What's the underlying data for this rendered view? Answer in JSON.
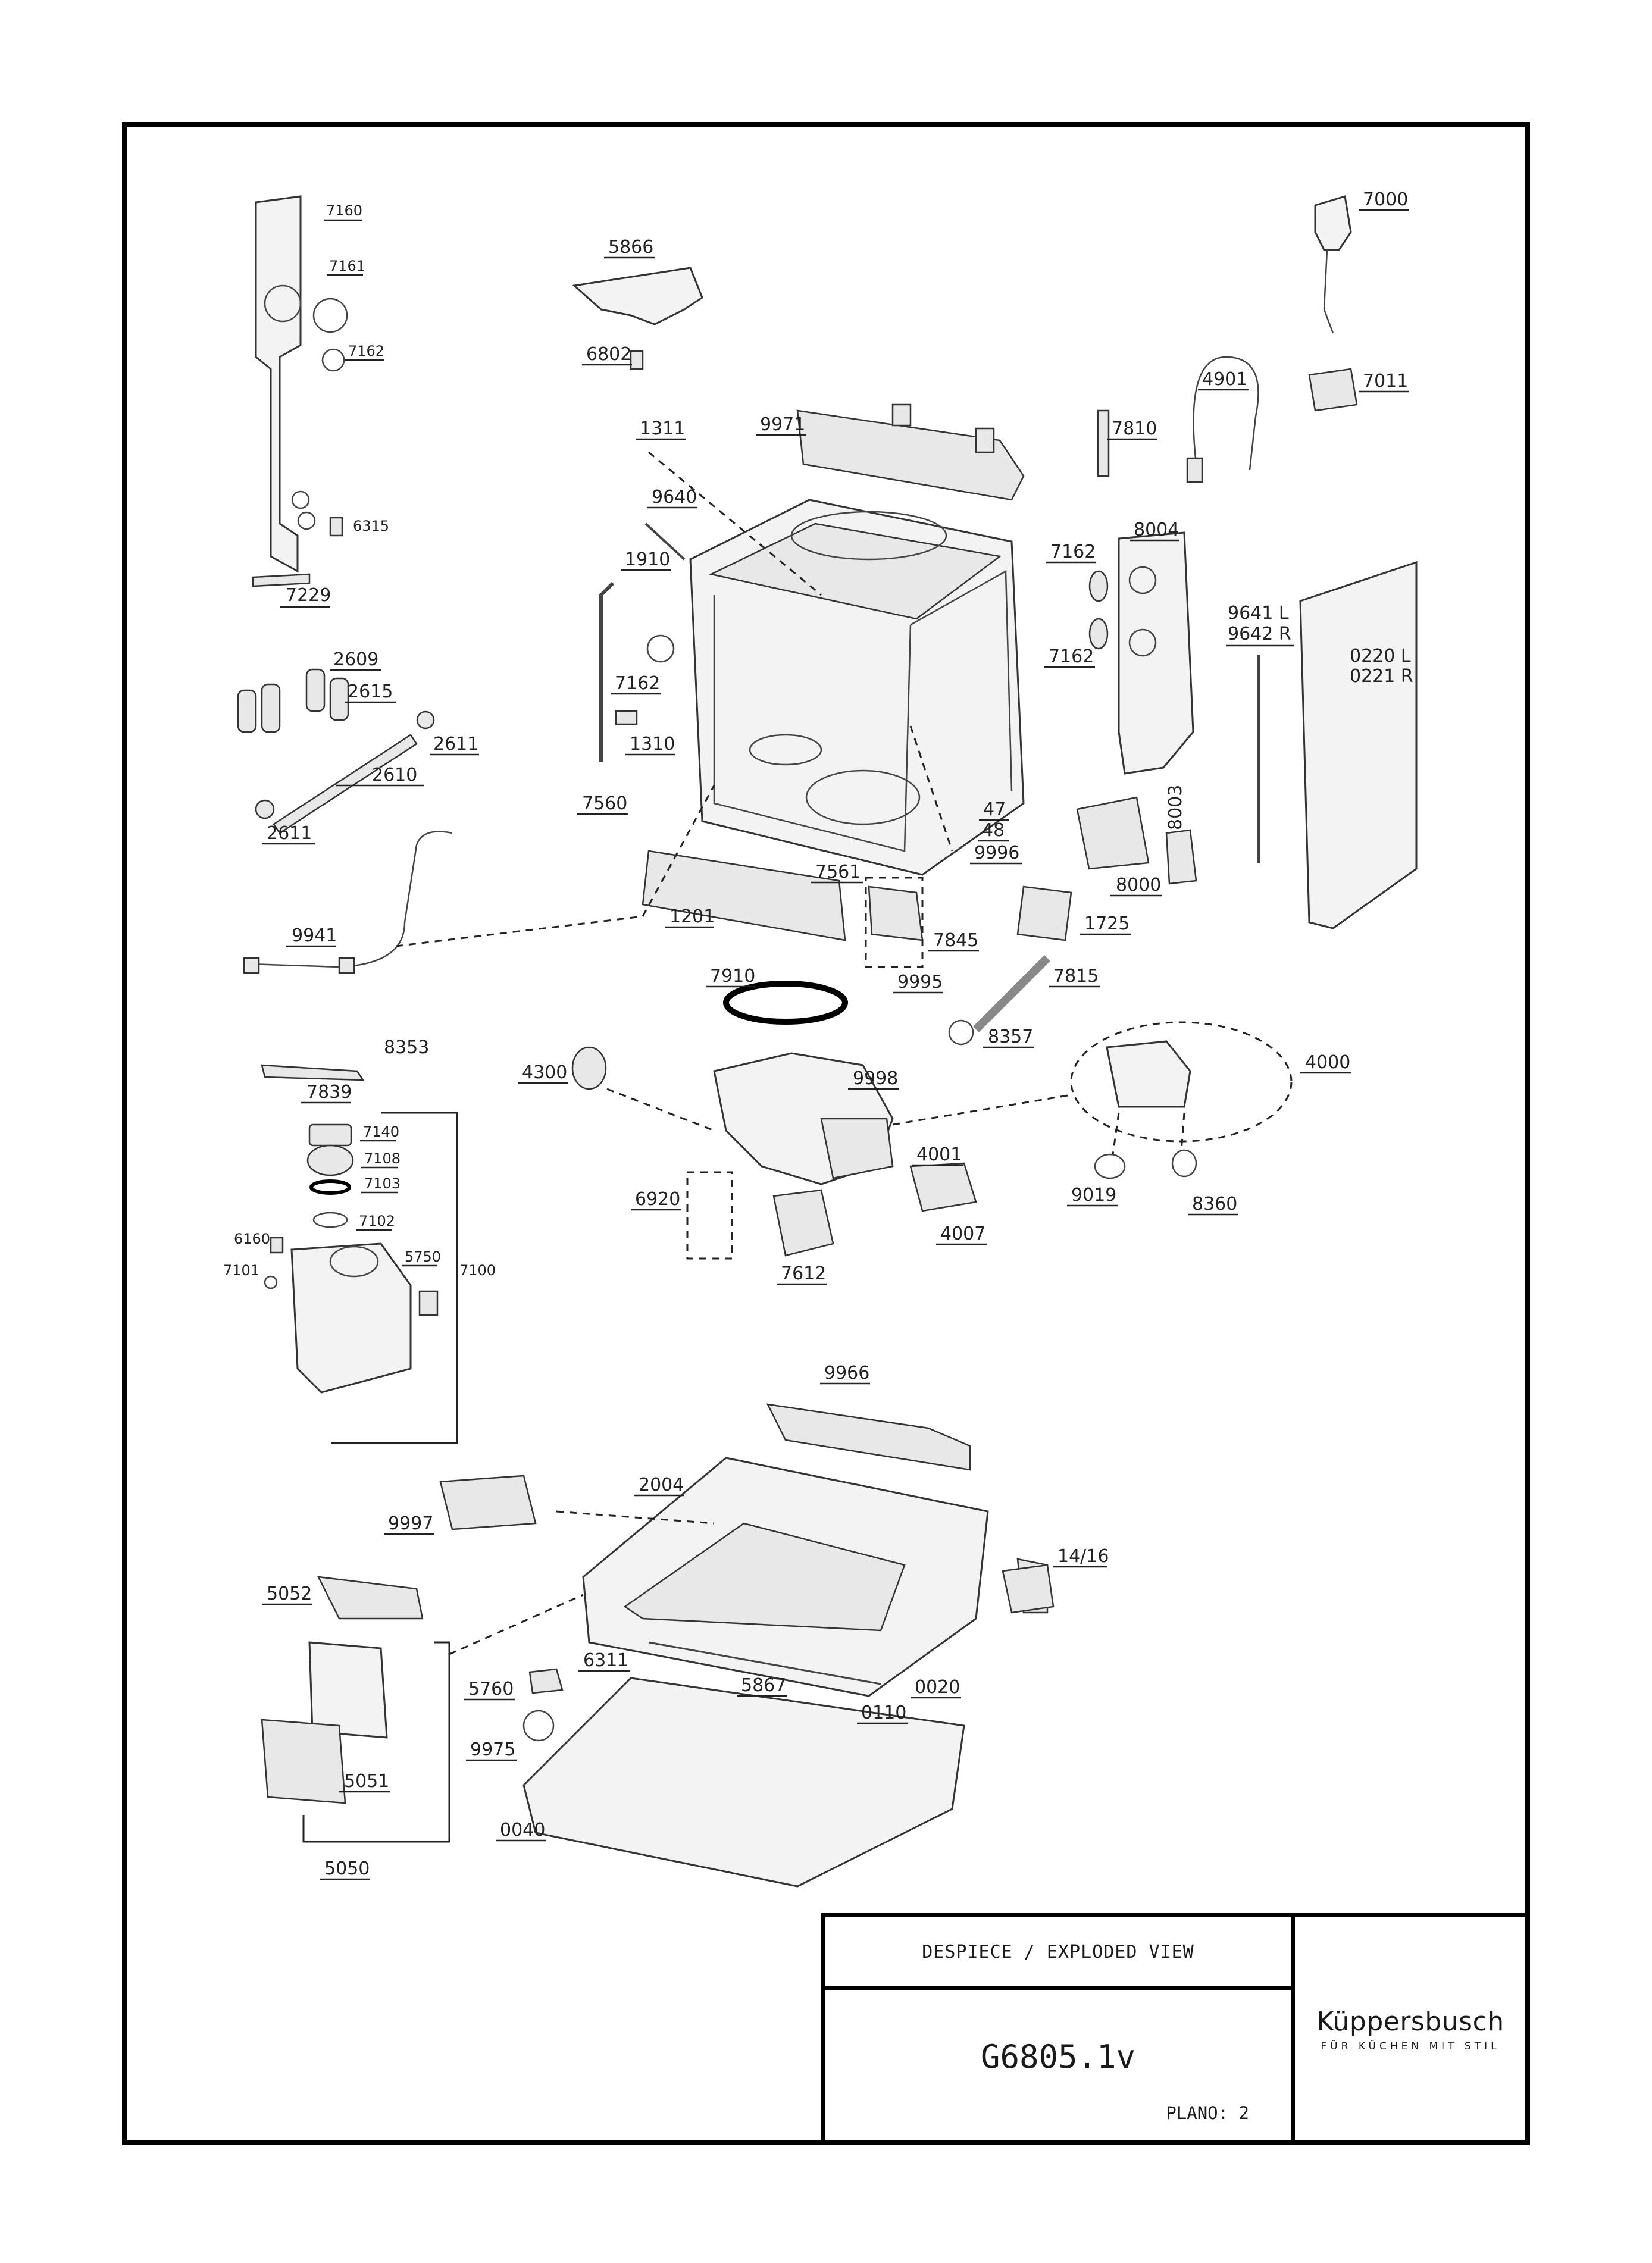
{
  "title_block": {
    "heading": "DESPIECE / EXPLODED VIEW",
    "model": "G6805.1v",
    "plano": "PLANO: 2",
    "brand_name": "Küppersbusch",
    "brand_tagline": "FÜR KÜCHEN MIT STIL"
  },
  "labels": [
    {
      "id": "p7160",
      "text": "7160"
    },
    {
      "id": "p7161",
      "text": "7161"
    },
    {
      "id": "p7162a",
      "text": "7162"
    },
    {
      "id": "p6315",
      "text": "6315"
    },
    {
      "id": "p7229",
      "text": "7229"
    },
    {
      "id": "p2609",
      "text": "2609"
    },
    {
      "id": "p2615",
      "text": "2615"
    },
    {
      "id": "p2611a",
      "text": "2611"
    },
    {
      "id": "p2610",
      "text": "2610"
    },
    {
      "id": "p2611b",
      "text": "2611"
    },
    {
      "id": "p9941",
      "text": "9941"
    },
    {
      "id": "p5866",
      "text": "5866"
    },
    {
      "id": "p6802",
      "text": "6802"
    },
    {
      "id": "p1311",
      "text": "1311"
    },
    {
      "id": "p9971",
      "text": "9971"
    },
    {
      "id": "p9640",
      "text": "9640"
    },
    {
      "id": "p1910",
      "text": "1910"
    },
    {
      "id": "p7162b",
      "text": "7162"
    },
    {
      "id": "p1310",
      "text": "1310"
    },
    {
      "id": "p7560",
      "text": "7560"
    },
    {
      "id": "p1201",
      "text": "1201"
    },
    {
      "id": "p7561",
      "text": "7561"
    },
    {
      "id": "p7845",
      "text": "7845"
    },
    {
      "id": "p9995",
      "text": "9995"
    },
    {
      "id": "p47",
      "text": "47"
    },
    {
      "id": "p48",
      "text": "48"
    },
    {
      "id": "p9996",
      "text": "9996"
    },
    {
      "id": "p7910",
      "text": "7910"
    },
    {
      "id": "p7000",
      "text": "7000"
    },
    {
      "id": "p4901",
      "text": "4901"
    },
    {
      "id": "p7011",
      "text": "7011"
    },
    {
      "id": "p7810",
      "text": "7810"
    },
    {
      "id": "p8004",
      "text": "8004"
    },
    {
      "id": "p7162c",
      "text": "7162"
    },
    {
      "id": "p7162d",
      "text": "7162"
    },
    {
      "id": "p9641",
      "text": "9641 L"
    },
    {
      "id": "p9642",
      "text": "9642 R"
    },
    {
      "id": "p0220",
      "text": "0220 L"
    },
    {
      "id": "p0221",
      "text": "0221 R"
    },
    {
      "id": "p8003",
      "text": "8003"
    },
    {
      "id": "p8000",
      "text": "8000"
    },
    {
      "id": "p1725",
      "text": "1725"
    },
    {
      "id": "p7815",
      "text": "7815"
    },
    {
      "id": "p8357",
      "text": "8357"
    },
    {
      "id": "p4000",
      "text": "4000"
    },
    {
      "id": "p9019",
      "text": "9019"
    },
    {
      "id": "p8360",
      "text": "8360"
    },
    {
      "id": "p8353",
      "text": "8353"
    },
    {
      "id": "p7839",
      "text": "7839"
    },
    {
      "id": "p7140",
      "text": "7140"
    },
    {
      "id": "p7108",
      "text": "7108"
    },
    {
      "id": "p7103",
      "text": "7103"
    },
    {
      "id": "p7102",
      "text": "7102"
    },
    {
      "id": "p6160",
      "text": "6160"
    },
    {
      "id": "p5750",
      "text": "5750"
    },
    {
      "id": "p7101",
      "text": "7101"
    },
    {
      "id": "p7100",
      "text": "7100"
    },
    {
      "id": "p4300",
      "text": "4300"
    },
    {
      "id": "p9998",
      "text": "9998"
    },
    {
      "id": "p4001",
      "text": "4001"
    },
    {
      "id": "p6920",
      "text": "6920"
    },
    {
      "id": "p4007",
      "text": "4007"
    },
    {
      "id": "p7612",
      "text": "7612"
    },
    {
      "id": "p9966",
      "text": "9966"
    },
    {
      "id": "p2004",
      "text": "2004"
    },
    {
      "id": "p9997",
      "text": "9997"
    },
    {
      "id": "p1416",
      "text": "14/16"
    },
    {
      "id": "p5052",
      "text": "5052"
    },
    {
      "id": "p6311",
      "text": "6311"
    },
    {
      "id": "p5760",
      "text": "5760"
    },
    {
      "id": "p5867",
      "text": "5867"
    },
    {
      "id": "p0020",
      "text": "0020"
    },
    {
      "id": "p0110",
      "text": "0110"
    },
    {
      "id": "p9975",
      "text": "9975"
    },
    {
      "id": "p5051",
      "text": "5051"
    },
    {
      "id": "p0040",
      "text": "0040"
    },
    {
      "id": "p5050",
      "text": "5050"
    }
  ]
}
